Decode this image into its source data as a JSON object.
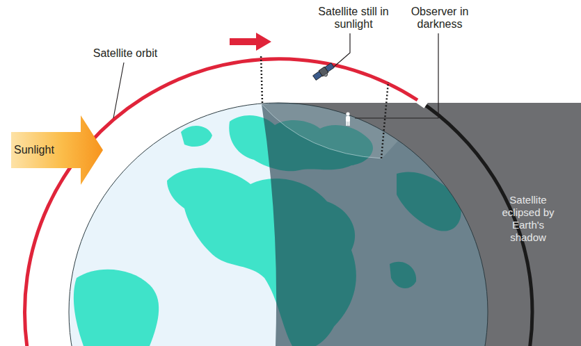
{
  "diagram": {
    "nodes": [
      {
        "text": [
          "Sunlight"
        ]
      },
      {
        "text": [
          "Satellite eclipsed by Earth's shadow"
        ]
      }
    ],
    "labels": [
      "Satellite still in sunlight",
      "Observer in darkness",
      "Satellite orbit"
    ]
  }
}
